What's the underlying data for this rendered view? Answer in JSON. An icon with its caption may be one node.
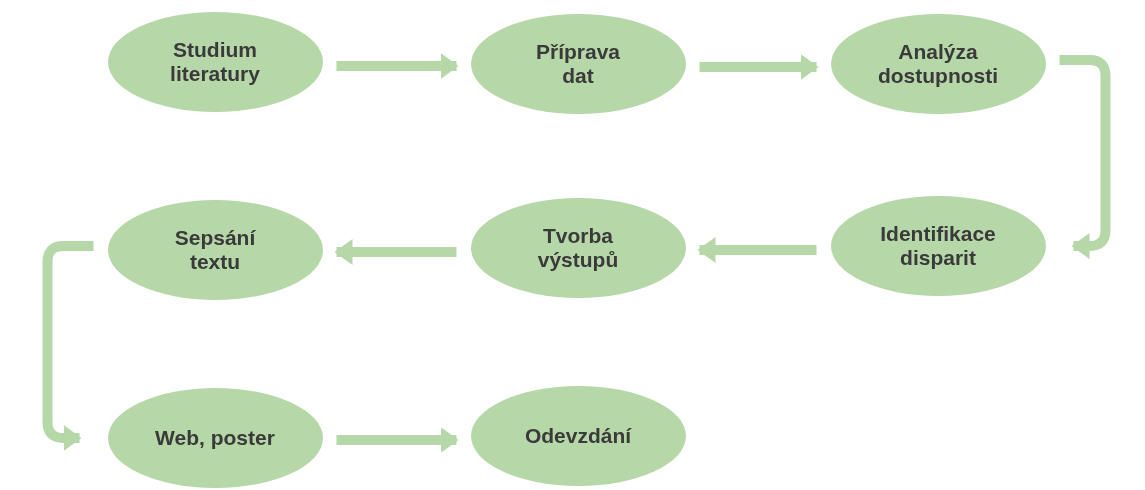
{
  "diagram": {
    "nodes": [
      {
        "text": [
          "Studium literatury"
        ]
      },
      {
        "text": [
          "Příprava dat"
        ]
      },
      {
        "text": [
          "Analýza dostupnosti"
        ]
      },
      {
        "text": [
          "Sepsání textu"
        ]
      },
      {
        "text": [
          "Tvorba výstupů"
        ]
      },
      {
        "text": [
          "Identifikace disparit"
        ]
      },
      {
        "text": [
          "Web, poster"
        ]
      },
      {
        "text": [
          "Odevzdání"
        ]
      }
    ],
    "edges": [
      {
        "from": 0,
        "to": 1,
        "arrow": "to"
      },
      {
        "from": 1,
        "to": 2,
        "arrow": "to"
      },
      {
        "from": 2,
        "to": 5,
        "arrow": "to"
      },
      {
        "from": 5,
        "to": 4,
        "arrow": "to"
      },
      {
        "from": 4,
        "to": 3,
        "arrow": "to"
      },
      {
        "from": 3,
        "to": 6,
        "arrow": "to"
      },
      {
        "from": 6,
        "to": 7,
        "arrow": "to"
      }
    ]
  }
}
